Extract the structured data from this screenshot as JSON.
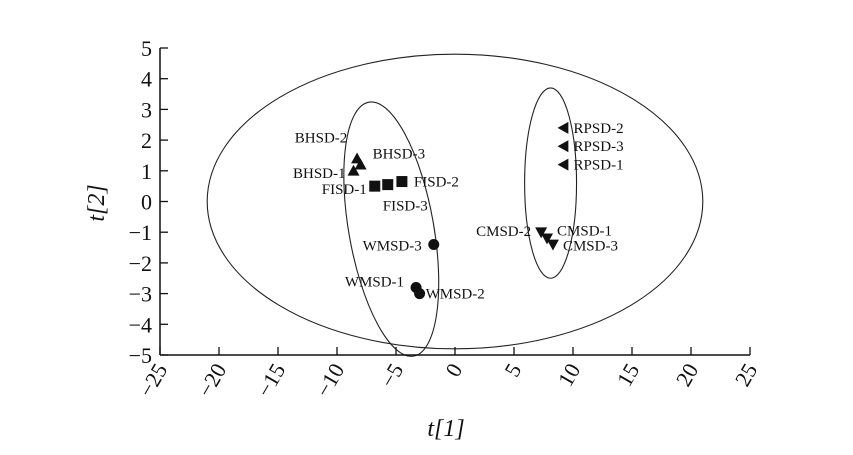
{
  "chart_data": {
    "type": "scatter",
    "title": "",
    "xlabel": "t[1]",
    "ylabel": "t[2]",
    "xlim": [
      -25,
      25
    ],
    "ylim": [
      -5,
      5
    ],
    "x_ticks": [
      -25,
      -20,
      -15,
      -10,
      -5,
      0,
      5,
      10,
      15,
      20,
      25
    ],
    "x_tick_labels": [
      "−25",
      "−20",
      "−15",
      "−10",
      "−5",
      "0",
      "5",
      "10",
      "15",
      "20",
      "25"
    ],
    "y_ticks": [
      5,
      4,
      3,
      2,
      1,
      0,
      -1,
      -2,
      -3,
      -4,
      -5
    ],
    "y_tick_labels": [
      "5",
      "4",
      "3",
      "2",
      "1",
      "0",
      "−1",
      "−2",
      "−3",
      "−4",
      "−5"
    ],
    "grid": false,
    "legend": "none",
    "marker_color": "#111111",
    "points": [
      {
        "label": "BHSD-1",
        "marker": "triangle-up",
        "x": -8.6,
        "y": 1.0
      },
      {
        "label": "BHSD-2",
        "marker": "triangle-up",
        "x": -8.3,
        "y": 1.4
      },
      {
        "label": "BHSD-3",
        "marker": "triangle-up",
        "x": -8.0,
        "y": 1.2
      },
      {
        "label": "FISD-1",
        "marker": "square",
        "x": -6.8,
        "y": 0.5
      },
      {
        "label": "FISD-2",
        "marker": "square",
        "x": -4.5,
        "y": 0.65
      },
      {
        "label": "FISD-3",
        "marker": "square",
        "x": -5.7,
        "y": 0.55
      },
      {
        "label": "WMSD-3",
        "marker": "circle",
        "x": -1.8,
        "y": -1.4
      },
      {
        "label": "WMSD-1",
        "marker": "circle",
        "x": -3.3,
        "y": -2.8
      },
      {
        "label": "WMSD-2",
        "marker": "circle",
        "x": -3.0,
        "y": -3.0
      },
      {
        "label": "RPSD-2",
        "marker": "triangle-left",
        "x": 9.2,
        "y": 2.4
      },
      {
        "label": "RPSD-3",
        "marker": "triangle-left",
        "x": 9.2,
        "y": 1.8
      },
      {
        "label": "RPSD-1",
        "marker": "triangle-left",
        "x": 9.2,
        "y": 1.2
      },
      {
        "label": "CMSD-2",
        "marker": "triangle-down",
        "x": 7.3,
        "y": -1.0
      },
      {
        "label": "CMSD-1",
        "marker": "triangle-down",
        "x": 7.8,
        "y": -1.2
      },
      {
        "label": "CMSD-3",
        "marker": "triangle-down",
        "x": 8.3,
        "y": -1.4
      }
    ],
    "ellipses": [
      {
        "name": "overall",
        "cx": 0.0,
        "cy": 0.0,
        "rx": 21.0,
        "ry": 4.8
      },
      {
        "name": "left-group",
        "cx": -5.4,
        "cy": -0.9,
        "rx": 3.6,
        "ry": 4.2,
        "angle_deg": -10
      },
      {
        "name": "right-group",
        "cx": 8.1,
        "cy": 0.6,
        "rx": 2.2,
        "ry": 3.1
      }
    ]
  }
}
